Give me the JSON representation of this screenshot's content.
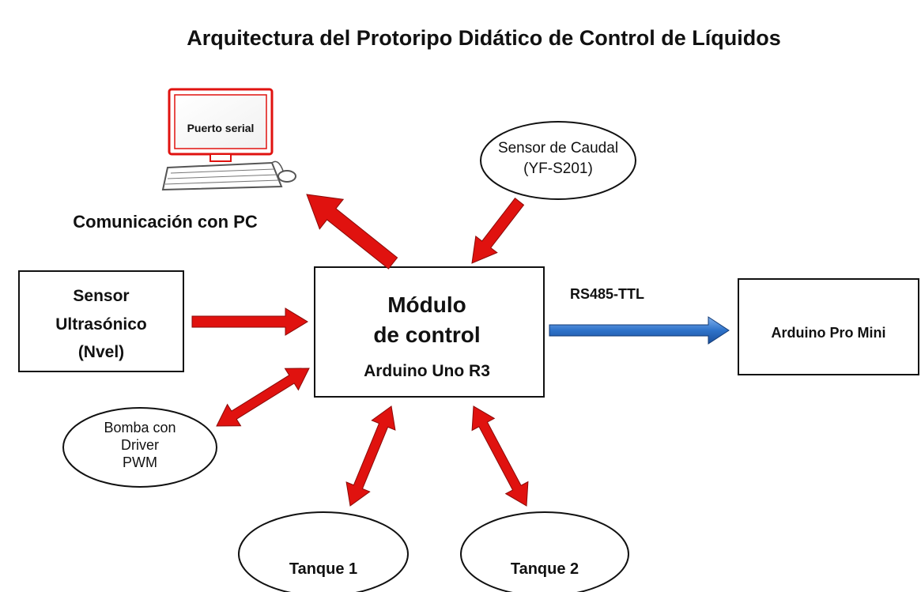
{
  "title": "Arquitectura del Protoripo Didático de Control de Líquidos",
  "pc": {
    "screen_label": "Puerto serial",
    "caption": "Comunicación con PC"
  },
  "control_module": {
    "line1": "Módulo",
    "line2": "de control",
    "line3": "Arduino Uno R3"
  },
  "ultrasonic_sensor": {
    "line1": "Sensor",
    "line2": "Ultrasónico",
    "line3": "(Nvel)"
  },
  "flow_sensor": {
    "line1": "Sensor de Caudal",
    "line2": "(YF-S201)"
  },
  "pump": {
    "line1": "Bomba con",
    "line2": "Driver",
    "line3": "PWM"
  },
  "tank1": {
    "label": "Tanque 1"
  },
  "tank2": {
    "label": "Tanque 2"
  },
  "pro_mini": {
    "label": "Arduino Pro Mini"
  },
  "link": {
    "label": "RS485-TTL"
  },
  "colors": {
    "arrow_red": "#e0120f",
    "arrow_blue": "#2e72c9",
    "outline": "#111111"
  }
}
